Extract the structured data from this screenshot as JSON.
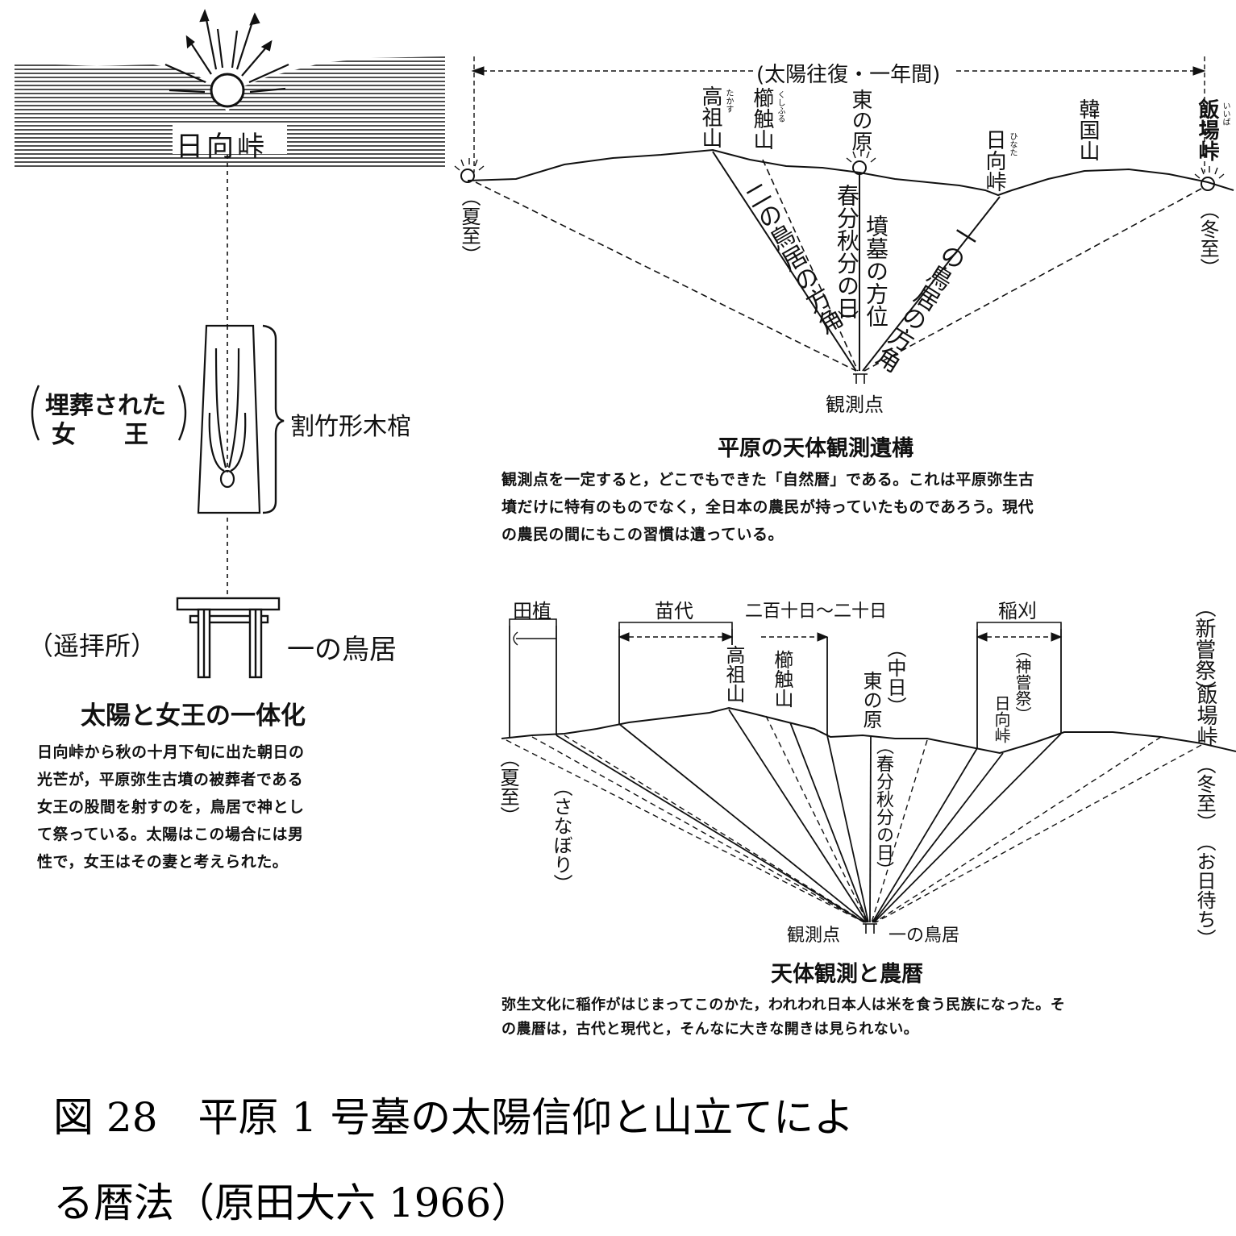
{
  "left": {
    "pass_label": "日向峠",
    "buried_queen_line1": "埋葬された",
    "buried_queen_line2": "女　　王",
    "coffin_label": "割竹形木棺",
    "worship_place": "（遥拝所）",
    "torii_label": "一の鳥居",
    "title": "太陽と女王の一体化",
    "caption_lines": [
      "日向峠から秋の十月下旬に出た朝日の",
      "光芒が，平原弥生古墳の被葬者である",
      "女王の股間を射すのを，鳥居で神とし",
      "て祭っている。太陽はこの場合には男",
      "性で，女王はその妻と考えられた。"
    ]
  },
  "top_right": {
    "span_label": "(太陽往復・一年間)",
    "summer_solstice": "（夏至）",
    "winter_solstice": "（冬至）",
    "mountains": {
      "takasu": "高祖山",
      "takasu_ruby": "たかす",
      "kushifuru": "櫛触山",
      "kushifuru_ruby": "くしふる",
      "higashi": "東の原",
      "hinata": "日向峠",
      "hinata_ruby": "ひなた",
      "karakuni": "韓国山",
      "iiba": "飯場峠",
      "iiba_ruby": "いいば"
    },
    "line_labels": {
      "ni_torii": "二の鳥居の方角",
      "equinox": "春分秋分の日",
      "tomb": "墳墓の方位",
      "ichi_torii": "一の鳥居の方角"
    },
    "observation_point": "観測点",
    "title": "平原の天体観測遺構",
    "caption_lines": [
      "観測点を一定すると，どこでもできた「自然暦」である。これは平原弥生古",
      "墳だけに特有のものでなく，全日本の農民が持っていたものであろう。現代",
      "の農民の間にもこの習慣は遺っている。"
    ]
  },
  "bottom_right": {
    "periods": {
      "taue": "田植",
      "nawashiro": "苗代",
      "nihyaku": "二百十日～二十日",
      "inekari": "稲刈"
    },
    "niiname": "（新嘗祭）",
    "kanname": "（神嘗祭）",
    "iiba": "飯場峠",
    "takasu": "高祖山",
    "kushifuru": "櫛触山",
    "chunichi": "（中日）",
    "higashi": "東の原",
    "hinata": "日向峠",
    "summer_solstice": "（夏至）",
    "winter_solstice": "（冬至）",
    "sanabori": "（さなぼり）",
    "equinox": "（春分秋分の日）",
    "ohimachi": "（お日待ち）",
    "observation_point": "観測点",
    "torii": "一の鳥居",
    "title": "天体観測と農暦",
    "caption_lines": [
      "弥生文化に稲作がはじまってこのかた，われわれ日本人は米を食う民族になった。そ",
      "の農暦は，古代と現代と，そんなに大きな開きは見られない。"
    ]
  },
  "figure_caption": {
    "line1": "図 28　平原 1 号墓の太陽信仰と山立てによ",
    "line2": "る暦法（原田大六 1966）"
  }
}
